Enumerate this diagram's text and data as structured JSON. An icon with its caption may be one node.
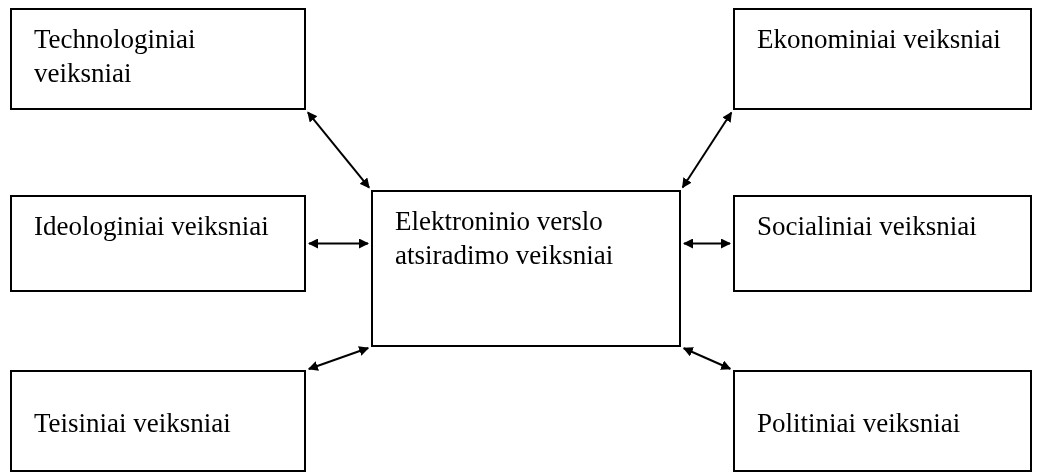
{
  "diagram": {
    "nodes": [
      {
        "text": [
          "Technologiniai veiksniai"
        ]
      },
      {
        "text": [
          "Ekonominiai veiksniai"
        ]
      },
      {
        "text": [
          "Ideologiniai veiksniai"
        ]
      },
      {
        "text": [
          "Elektroninio verslo atsiradimo veiksniai"
        ]
      },
      {
        "text": [
          "Socialiniai veiksniai"
        ]
      },
      {
        "text": [
          "Teisiniai veiksniai"
        ]
      },
      {
        "text": [
          "Politiniai veiksniai"
        ]
      }
    ],
    "edges": [
      {
        "from": 3,
        "to": 0,
        "arrow": "both"
      },
      {
        "from": 3,
        "to": 1,
        "arrow": "both"
      },
      {
        "from": 3,
        "to": 2,
        "arrow": "both"
      },
      {
        "from": 3,
        "to": 4,
        "arrow": "both"
      },
      {
        "from": 3,
        "to": 5,
        "arrow": "both"
      },
      {
        "from": 3,
        "to": 6,
        "arrow": "both"
      }
    ]
  }
}
